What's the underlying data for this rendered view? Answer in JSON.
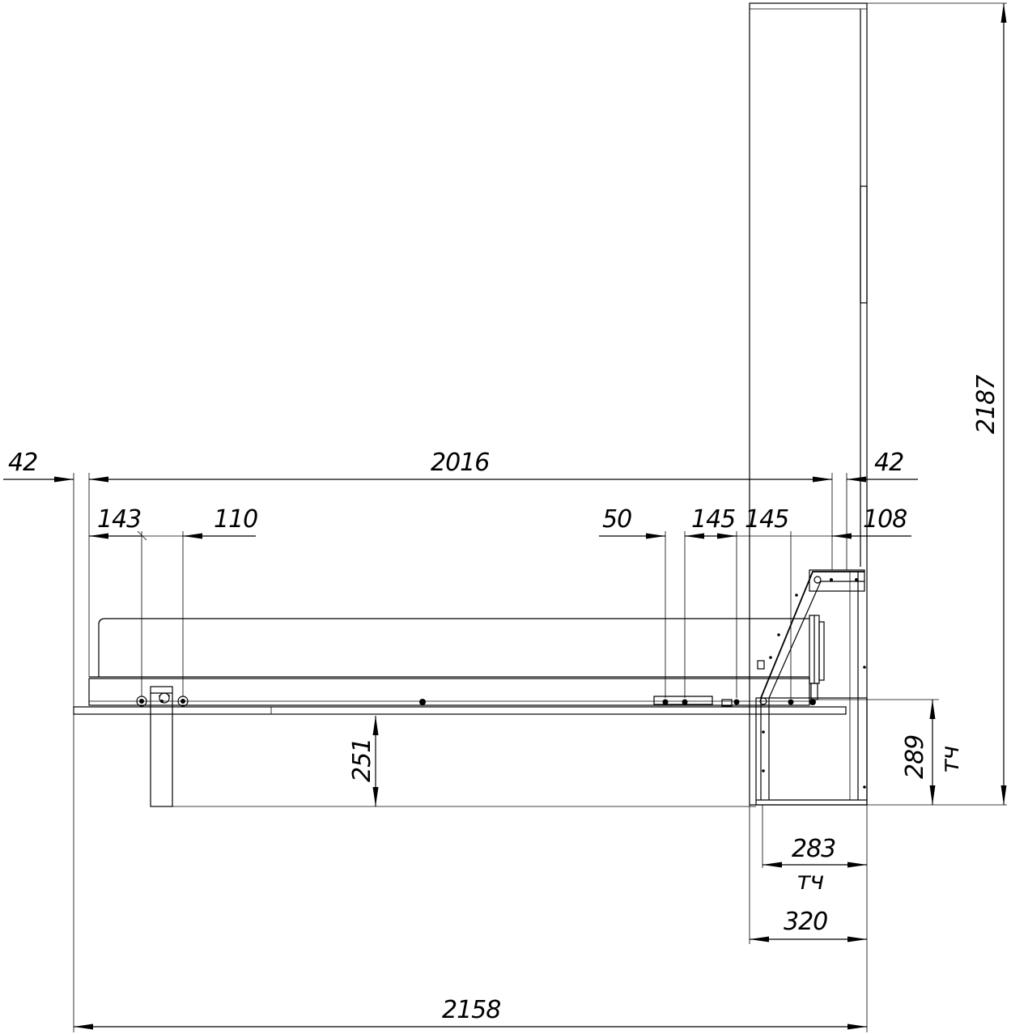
{
  "dimensions": {
    "left_overhang": "42",
    "bed_length": "2016",
    "right_overhang": "42",
    "leg_offset": "143",
    "leg_spacing": "110",
    "hole_50": "50",
    "hole_145_a": "145",
    "hole_145_b": "145",
    "mechanism_108": "108",
    "leg_height": "251",
    "base_height": "289",
    "base_height_note": "тч",
    "inner_depth": "283",
    "inner_depth_note": "тч",
    "cabinet_depth": "320",
    "total_length": "2158",
    "cabinet_height": "2187"
  }
}
